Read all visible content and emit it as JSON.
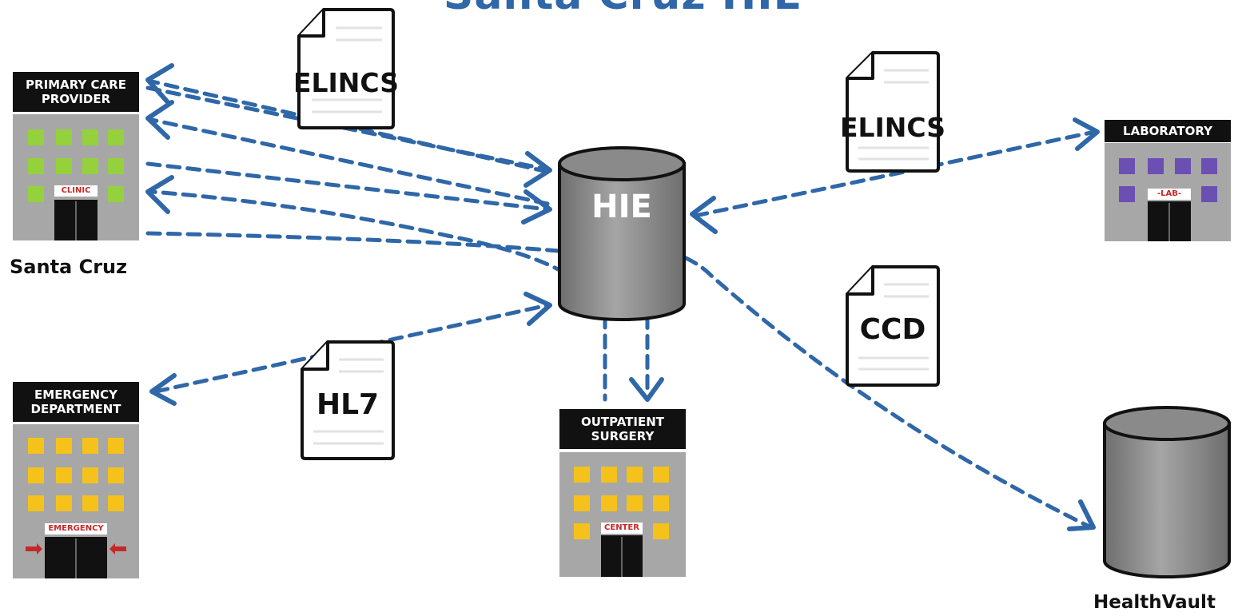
{
  "title": "Santa Cruz HIE",
  "hub": {
    "label": "HIE"
  },
  "nodes": {
    "primary_care": {
      "label": "PRIMARY CARE\nPROVIDER",
      "sign": "CLINIC",
      "place": "Santa Cruz"
    },
    "emergency": {
      "label": "EMERGENCY\nDEPARTMENT",
      "sign": "EMERGENCY"
    },
    "outpatient": {
      "label": "OUTPATIENT\nSURGERY",
      "sign": "CENTER"
    },
    "laboratory": {
      "label": "LABORATORY",
      "sign": "-LAB-"
    },
    "healthvault": {
      "label": "HealthVault"
    }
  },
  "documents": {
    "elincs_left": "ELINCS",
    "elincs_right": "ELINCS",
    "hl7": "HL7",
    "ccd": "CCD"
  },
  "colors": {
    "arrow": "#2f67a8",
    "building": "#a7a7a7",
    "window_clinic": "#95d13c",
    "window_emergency": "#f4c21b",
    "window_lab": "#6b4fb3",
    "cylinder": "#8e8e8e",
    "label_bg": "#111111",
    "sign_text": "#c62828"
  }
}
